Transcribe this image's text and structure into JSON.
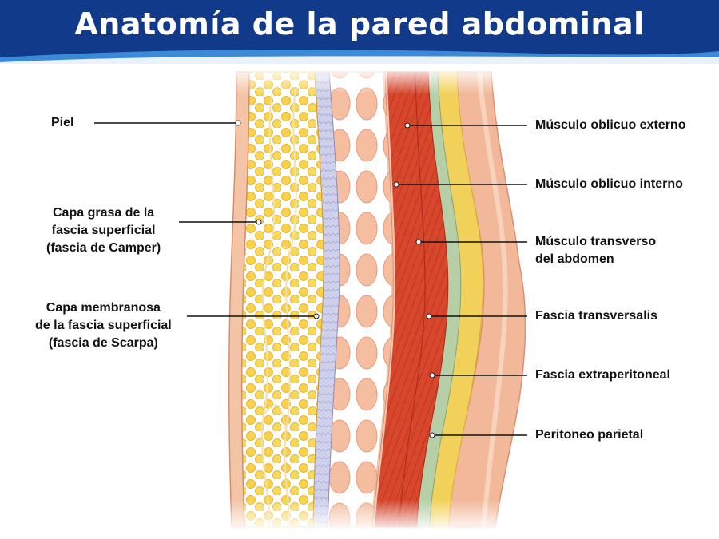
{
  "title": "Anatomía de la pared abdominal",
  "colors": {
    "header": "#123a8a",
    "header_wave": "#3a8ad8",
    "skin": "#f3c5a6",
    "fat": "#f5c930",
    "scarpa": "#c9cbe6",
    "external_oblique": "#f4b190",
    "internal_oblique": "#d8472c",
    "transverse": "#e3573c",
    "transversalis": "#a8c49a",
    "extraperitoneal": "#f2d15a",
    "peritoneum": "#f2b89a"
  },
  "labels": {
    "left": [
      {
        "lines": [
          "Piel"
        ]
      },
      {
        "lines": [
          "Capa grasa de la",
          "fascia superficial",
          "(fascia de Camper)"
        ]
      },
      {
        "lines": [
          "Capa membranosa",
          "de la fascia superficial",
          "(fascia de Scarpa)"
        ]
      }
    ],
    "right": [
      {
        "lines": [
          "Músculo oblicuo externo"
        ]
      },
      {
        "lines": [
          "Músculo oblicuo interno"
        ]
      },
      {
        "lines": [
          "Músculo transverso",
          "del abdomen"
        ]
      },
      {
        "lines": [
          "Fascia transversalis"
        ]
      },
      {
        "lines": [
          "Fascia extraperitoneal"
        ]
      },
      {
        "lines": [
          "Peritoneo parietal"
        ]
      }
    ]
  }
}
